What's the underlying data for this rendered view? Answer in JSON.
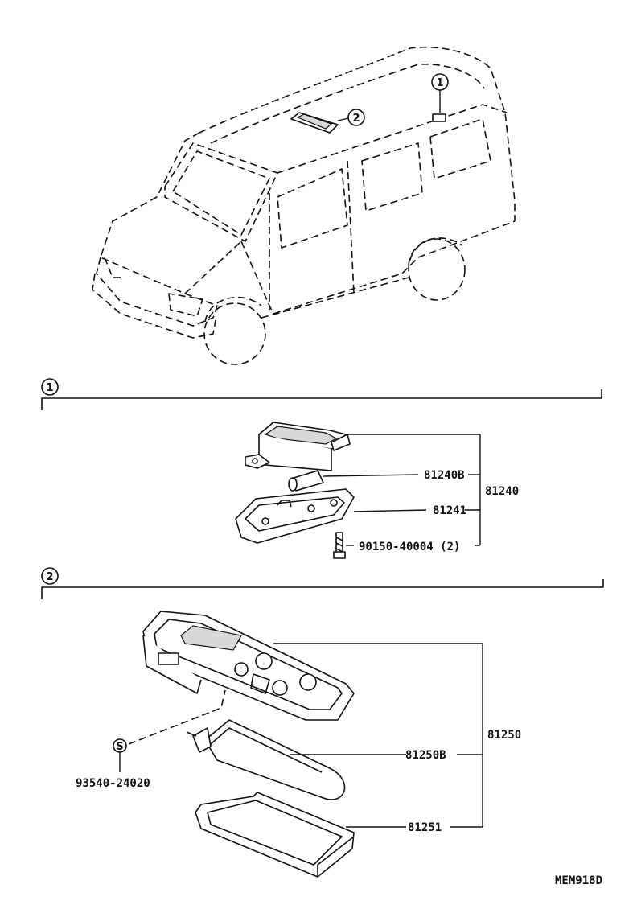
{
  "callouts": {
    "van_1": "1",
    "van_2": "2",
    "section_1": "1",
    "section_2": "2",
    "washer_symbol": "S"
  },
  "section1": {
    "parts": [
      {
        "number": "81240B"
      },
      {
        "number": "81241"
      },
      {
        "number": "90150-40004 (2)"
      }
    ],
    "assembly": "81240"
  },
  "section2": {
    "parts": [
      {
        "number": "81250B"
      },
      {
        "number": "81251"
      }
    ],
    "assembly": "81250",
    "washer": "93540-24020"
  },
  "drawing_code": "MEM918D"
}
